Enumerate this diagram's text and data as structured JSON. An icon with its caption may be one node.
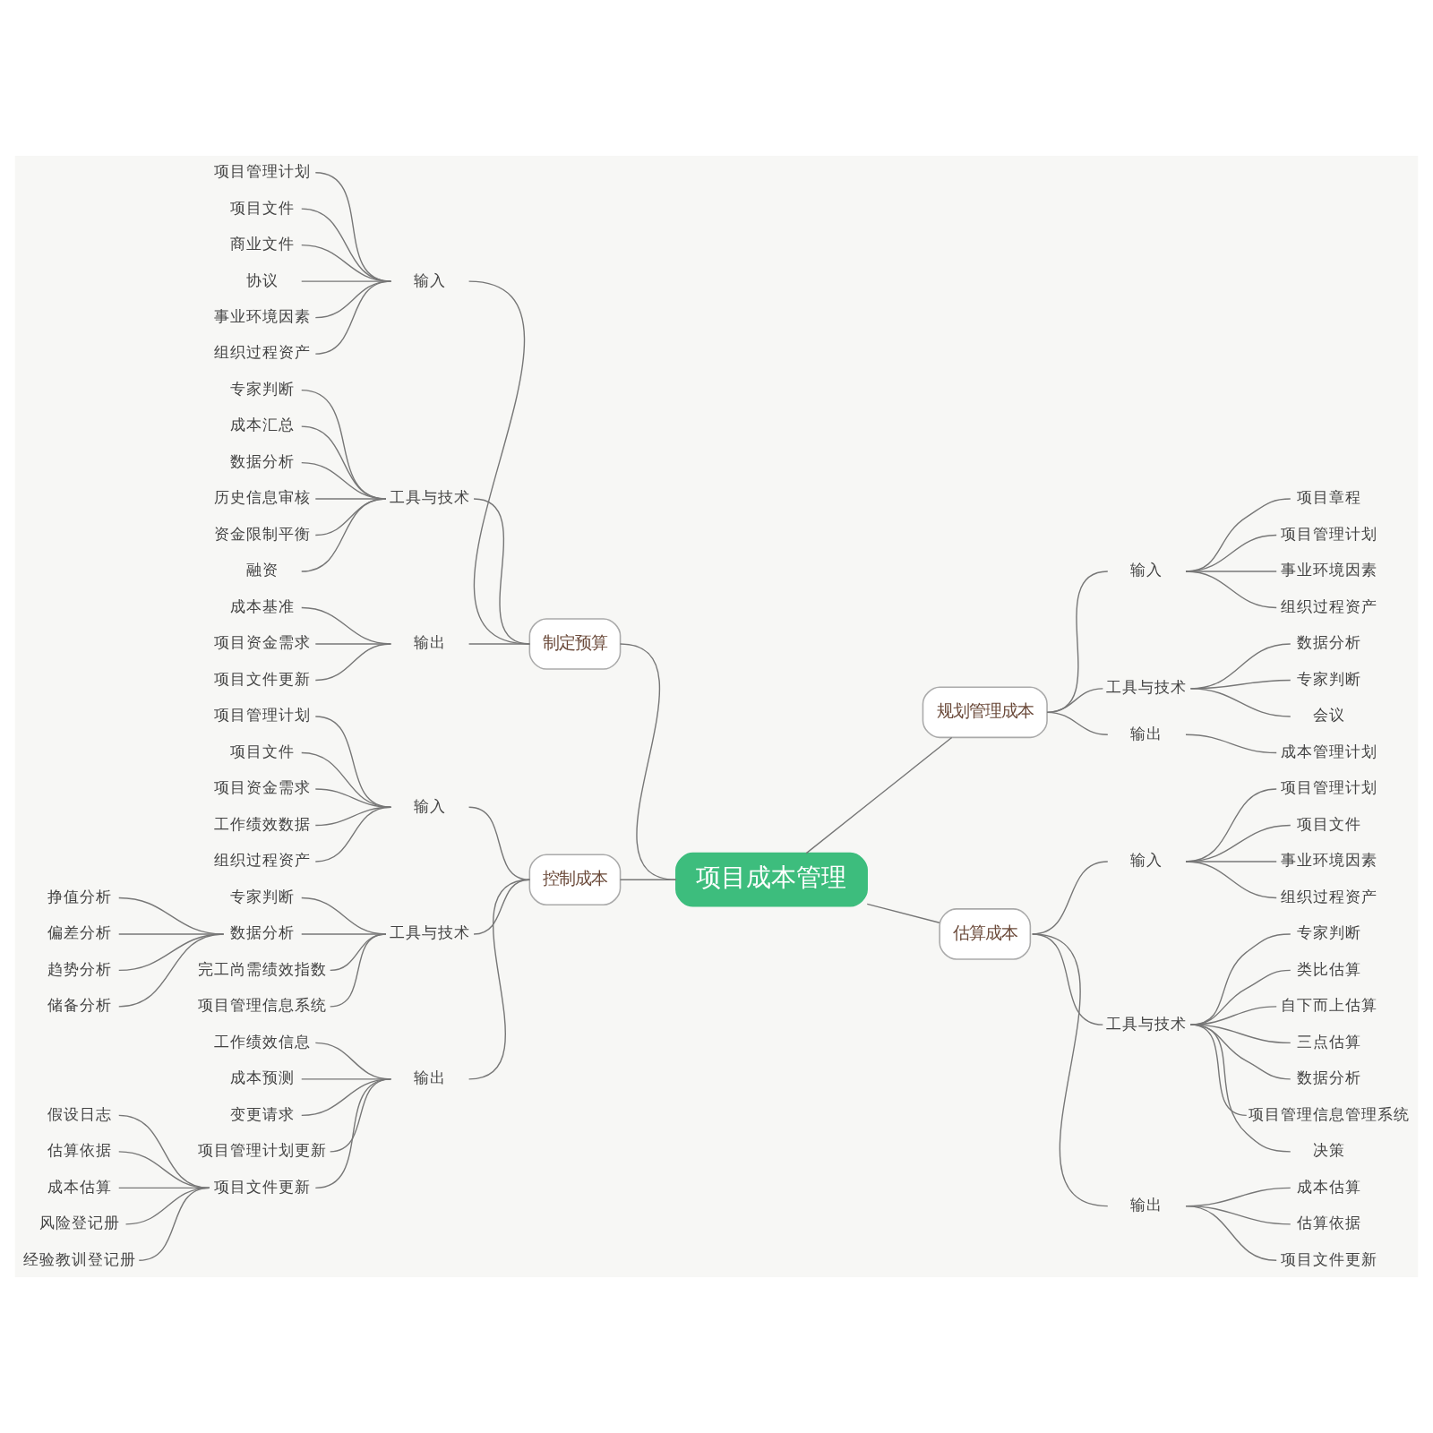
{
  "diagram": {
    "nodes": [
      {
        "text": [
          "项目成本管理"
        ]
      },
      {
        "text": [
          "制定预算"
        ]
      },
      {
        "text": [
          "输入"
        ]
      },
      {
        "text": [
          "项目管理计划"
        ]
      },
      {
        "text": [
          "项目文件"
        ]
      },
      {
        "text": [
          "商业文件"
        ]
      },
      {
        "text": [
          "协议"
        ]
      },
      {
        "text": [
          "事业环境因素"
        ]
      },
      {
        "text": [
          "组织过程资产"
        ]
      },
      {
        "text": [
          "工具与技术"
        ]
      },
      {
        "text": [
          "专家判断"
        ]
      },
      {
        "text": [
          "成本汇总"
        ]
      },
      {
        "text": [
          "数据分析"
        ]
      },
      {
        "text": [
          "历史信息审核"
        ]
      },
      {
        "text": [
          "资金限制平衡"
        ]
      },
      {
        "text": [
          "融资"
        ]
      },
      {
        "text": [
          "输出"
        ]
      },
      {
        "text": [
          "成本基准"
        ]
      },
      {
        "text": [
          "项目资金需求"
        ]
      },
      {
        "text": [
          "项目文件更新"
        ]
      },
      {
        "text": [
          "规划管理成本"
        ]
      },
      {
        "text": [
          "输入"
        ]
      },
      {
        "text": [
          "项目章程"
        ]
      },
      {
        "text": [
          "项目管理计划"
        ]
      },
      {
        "text": [
          "事业环境因素"
        ]
      },
      {
        "text": [
          "组织过程资产"
        ]
      },
      {
        "text": [
          "工具与技术"
        ]
      },
      {
        "text": [
          "数据分析"
        ]
      },
      {
        "text": [
          "专家判断"
        ]
      },
      {
        "text": [
          "会议"
        ]
      },
      {
        "text": [
          "输出"
        ]
      },
      {
        "text": [
          "成本管理计划"
        ]
      },
      {
        "text": [
          "控制成本"
        ]
      },
      {
        "text": [
          "输入"
        ]
      },
      {
        "text": [
          "项目管理计划"
        ]
      },
      {
        "text": [
          "项目文件"
        ]
      },
      {
        "text": [
          "项目资金需求"
        ]
      },
      {
        "text": [
          "工作绩效数据"
        ]
      },
      {
        "text": [
          "组织过程资产"
        ]
      },
      {
        "text": [
          "工具与技术"
        ]
      },
      {
        "text": [
          "专家判断"
        ]
      },
      {
        "text": [
          "数据分析"
        ]
      },
      {
        "text": [
          "挣值分析"
        ]
      },
      {
        "text": [
          "偏差分析"
        ]
      },
      {
        "text": [
          "趋势分析"
        ]
      },
      {
        "text": [
          "储备分析"
        ]
      },
      {
        "text": [
          "完工尚需绩效指数"
        ]
      },
      {
        "text": [
          "项目管理信息系统"
        ]
      },
      {
        "text": [
          "输出"
        ]
      },
      {
        "text": [
          "工作绩效信息"
        ]
      },
      {
        "text": [
          "成本预测"
        ]
      },
      {
        "text": [
          "变更请求"
        ]
      },
      {
        "text": [
          "项目管理计划更新"
        ]
      },
      {
        "text": [
          "项目文件更新"
        ]
      },
      {
        "text": [
          "假设日志"
        ]
      },
      {
        "text": [
          "估算依据"
        ]
      },
      {
        "text": [
          "成本估算"
        ]
      },
      {
        "text": [
          "风险登记册"
        ]
      },
      {
        "text": [
          "经验教训登记册"
        ]
      },
      {
        "text": [
          "估算成本"
        ]
      },
      {
        "text": [
          "输入"
        ]
      },
      {
        "text": [
          "项目管理计划"
        ]
      },
      {
        "text": [
          "项目文件"
        ]
      },
      {
        "text": [
          "事业环境因素"
        ]
      },
      {
        "text": [
          "组织过程资产"
        ]
      },
      {
        "text": [
          "工具与技术"
        ]
      },
      {
        "text": [
          "专家判断"
        ]
      },
      {
        "text": [
          "类比估算"
        ]
      },
      {
        "text": [
          "自下而上估算"
        ]
      },
      {
        "text": [
          "三点估算"
        ]
      },
      {
        "text": [
          "数据分析"
        ]
      },
      {
        "text": [
          "项目管理信息管理系统"
        ]
      },
      {
        "text": [
          "决策"
        ]
      },
      {
        "text": [
          "输出"
        ]
      },
      {
        "text": [
          "成本估算"
        ]
      },
      {
        "text": [
          "估算依据"
        ]
      },
      {
        "text": [
          "项目文件更新"
        ]
      }
    ],
    "edges": [
      {
        "from": 0,
        "to": 1,
        "arrow": "none"
      },
      {
        "from": 1,
        "to": 2,
        "arrow": "none"
      },
      {
        "from": 2,
        "to": 3,
        "arrow": "none"
      },
      {
        "from": 2,
        "to": 4,
        "arrow": "none"
      },
      {
        "from": 2,
        "to": 5,
        "arrow": "none"
      },
      {
        "from": 2,
        "to": 6,
        "arrow": "none"
      },
      {
        "from": 2,
        "to": 7,
        "arrow": "none"
      },
      {
        "from": 2,
        "to": 8,
        "arrow": "none"
      },
      {
        "from": 1,
        "to": 9,
        "arrow": "none"
      },
      {
        "from": 9,
        "to": 10,
        "arrow": "none"
      },
      {
        "from": 9,
        "to": 11,
        "arrow": "none"
      },
      {
        "from": 9,
        "to": 12,
        "arrow": "none"
      },
      {
        "from": 9,
        "to": 13,
        "arrow": "none"
      },
      {
        "from": 9,
        "to": 14,
        "arrow": "none"
      },
      {
        "from": 9,
        "to": 15,
        "arrow": "none"
      },
      {
        "from": 1,
        "to": 16,
        "arrow": "none"
      },
      {
        "from": 16,
        "to": 17,
        "arrow": "none"
      },
      {
        "from": 16,
        "to": 18,
        "arrow": "none"
      },
      {
        "from": 16,
        "to": 19,
        "arrow": "none"
      },
      {
        "from": 0,
        "to": 20,
        "arrow": "none"
      },
      {
        "from": 20,
        "to": 21,
        "arrow": "none"
      },
      {
        "from": 21,
        "to": 22,
        "arrow": "none"
      },
      {
        "from": 21,
        "to": 23,
        "arrow": "none"
      },
      {
        "from": 21,
        "to": 24,
        "arrow": "none"
      },
      {
        "from": 21,
        "to": 25,
        "arrow": "none"
      },
      {
        "from": 20,
        "to": 26,
        "arrow": "none"
      },
      {
        "from": 26,
        "to": 27,
        "arrow": "none"
      },
      {
        "from": 26,
        "to": 28,
        "arrow": "none"
      },
      {
        "from": 26,
        "to": 29,
        "arrow": "none"
      },
      {
        "from": 20,
        "to": 30,
        "arrow": "none"
      },
      {
        "from": 30,
        "to": 31,
        "arrow": "none"
      },
      {
        "from": 0,
        "to": 32,
        "arrow": "none"
      },
      {
        "from": 32,
        "to": 33,
        "arrow": "none"
      },
      {
        "from": 33,
        "to": 34,
        "arrow": "none"
      },
      {
        "from": 33,
        "to": 35,
        "arrow": "none"
      },
      {
        "from": 33,
        "to": 36,
        "arrow": "none"
      },
      {
        "from": 33,
        "to": 37,
        "arrow": "none"
      },
      {
        "from": 33,
        "to": 38,
        "arrow": "none"
      },
      {
        "from": 32,
        "to": 39,
        "arrow": "none"
      },
      {
        "from": 39,
        "to": 40,
        "arrow": "none"
      },
      {
        "from": 39,
        "to": 41,
        "arrow": "none"
      },
      {
        "from": 41,
        "to": 42,
        "arrow": "none"
      },
      {
        "from": 41,
        "to": 43,
        "arrow": "none"
      },
      {
        "from": 41,
        "to": 44,
        "arrow": "none"
      },
      {
        "from": 41,
        "to": 45,
        "arrow": "none"
      },
      {
        "from": 39,
        "to": 46,
        "arrow": "none"
      },
      {
        "from": 39,
        "to": 47,
        "arrow": "none"
      },
      {
        "from": 32,
        "to": 48,
        "arrow": "none"
      },
      {
        "from": 48,
        "to": 49,
        "arrow": "none"
      },
      {
        "from": 48,
        "to": 50,
        "arrow": "none"
      },
      {
        "from": 48,
        "to": 51,
        "arrow": "none"
      },
      {
        "from": 48,
        "to": 52,
        "arrow": "none"
      },
      {
        "from": 48,
        "to": 53,
        "arrow": "none"
      },
      {
        "from": 53,
        "to": 54,
        "arrow": "none"
      },
      {
        "from": 53,
        "to": 55,
        "arrow": "none"
      },
      {
        "from": 53,
        "to": 56,
        "arrow": "none"
      },
      {
        "from": 53,
        "to": 57,
        "arrow": "none"
      },
      {
        "from": 53,
        "to": 58,
        "arrow": "none"
      },
      {
        "from": 0,
        "to": 59,
        "arrow": "none"
      },
      {
        "from": 59,
        "to": 60,
        "arrow": "none"
      },
      {
        "from": 60,
        "to": 61,
        "arrow": "none"
      },
      {
        "from": 60,
        "to": 62,
        "arrow": "none"
      },
      {
        "from": 60,
        "to": 63,
        "arrow": "none"
      },
      {
        "from": 60,
        "to": 64,
        "arrow": "none"
      },
      {
        "from": 59,
        "to": 65,
        "arrow": "none"
      },
      {
        "from": 65,
        "to": 66,
        "arrow": "none"
      },
      {
        "from": 65,
        "to": 67,
        "arrow": "none"
      },
      {
        "from": 65,
        "to": 68,
        "arrow": "none"
      },
      {
        "from": 65,
        "to": 69,
        "arrow": "none"
      },
      {
        "from": 65,
        "to": 70,
        "arrow": "none"
      },
      {
        "from": 65,
        "to": 71,
        "arrow": "none"
      },
      {
        "from": 65,
        "to": 72,
        "arrow": "none"
      },
      {
        "from": 59,
        "to": 73,
        "arrow": "none"
      },
      {
        "from": 73,
        "to": 74,
        "arrow": "none"
      },
      {
        "from": 73,
        "to": 75,
        "arrow": "none"
      },
      {
        "from": 73,
        "to": 76,
        "arrow": "none"
      }
    ]
  }
}
